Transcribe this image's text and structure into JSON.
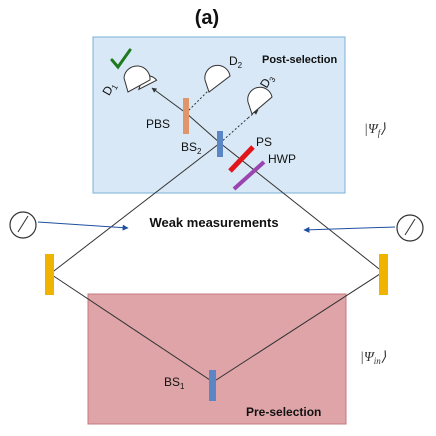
{
  "panel_label": "(a)",
  "post_selection": {
    "title": "Post-selection",
    "state_label": "|Ψ",
    "state_sub": "f",
    "state_close": "⟩",
    "detectors": [
      {
        "name": "D",
        "sub": "1",
        "marked": true
      },
      {
        "name": "D",
        "sub": "2",
        "marked": false
      },
      {
        "name": "D",
        "sub": "3",
        "marked": false
      }
    ],
    "components": {
      "pbs": "PBS",
      "bs2": "BS",
      "bs2_sub": "2",
      "ps": "PS",
      "hwp": "HWP"
    }
  },
  "middle": {
    "weak_label": "Weak measurements"
  },
  "pre_selection": {
    "title": "Pre-selection",
    "state_label": "|Ψ",
    "state_sub": "in",
    "state_close": "⟩",
    "bs1": "BS",
    "bs1_sub": "1"
  },
  "colors": {
    "post_box": "#d8e8f6",
    "post_border": "#7ab0d8",
    "pre_box": "#dfa4a8",
    "pre_border": "#c77880",
    "mirror": "#f0b400",
    "beamsplitter": "#5b86c5",
    "pbs": "#e0956a",
    "ps": "#e0161b",
    "hwp": "#9a44b0",
    "check": "#1f7a1f"
  }
}
